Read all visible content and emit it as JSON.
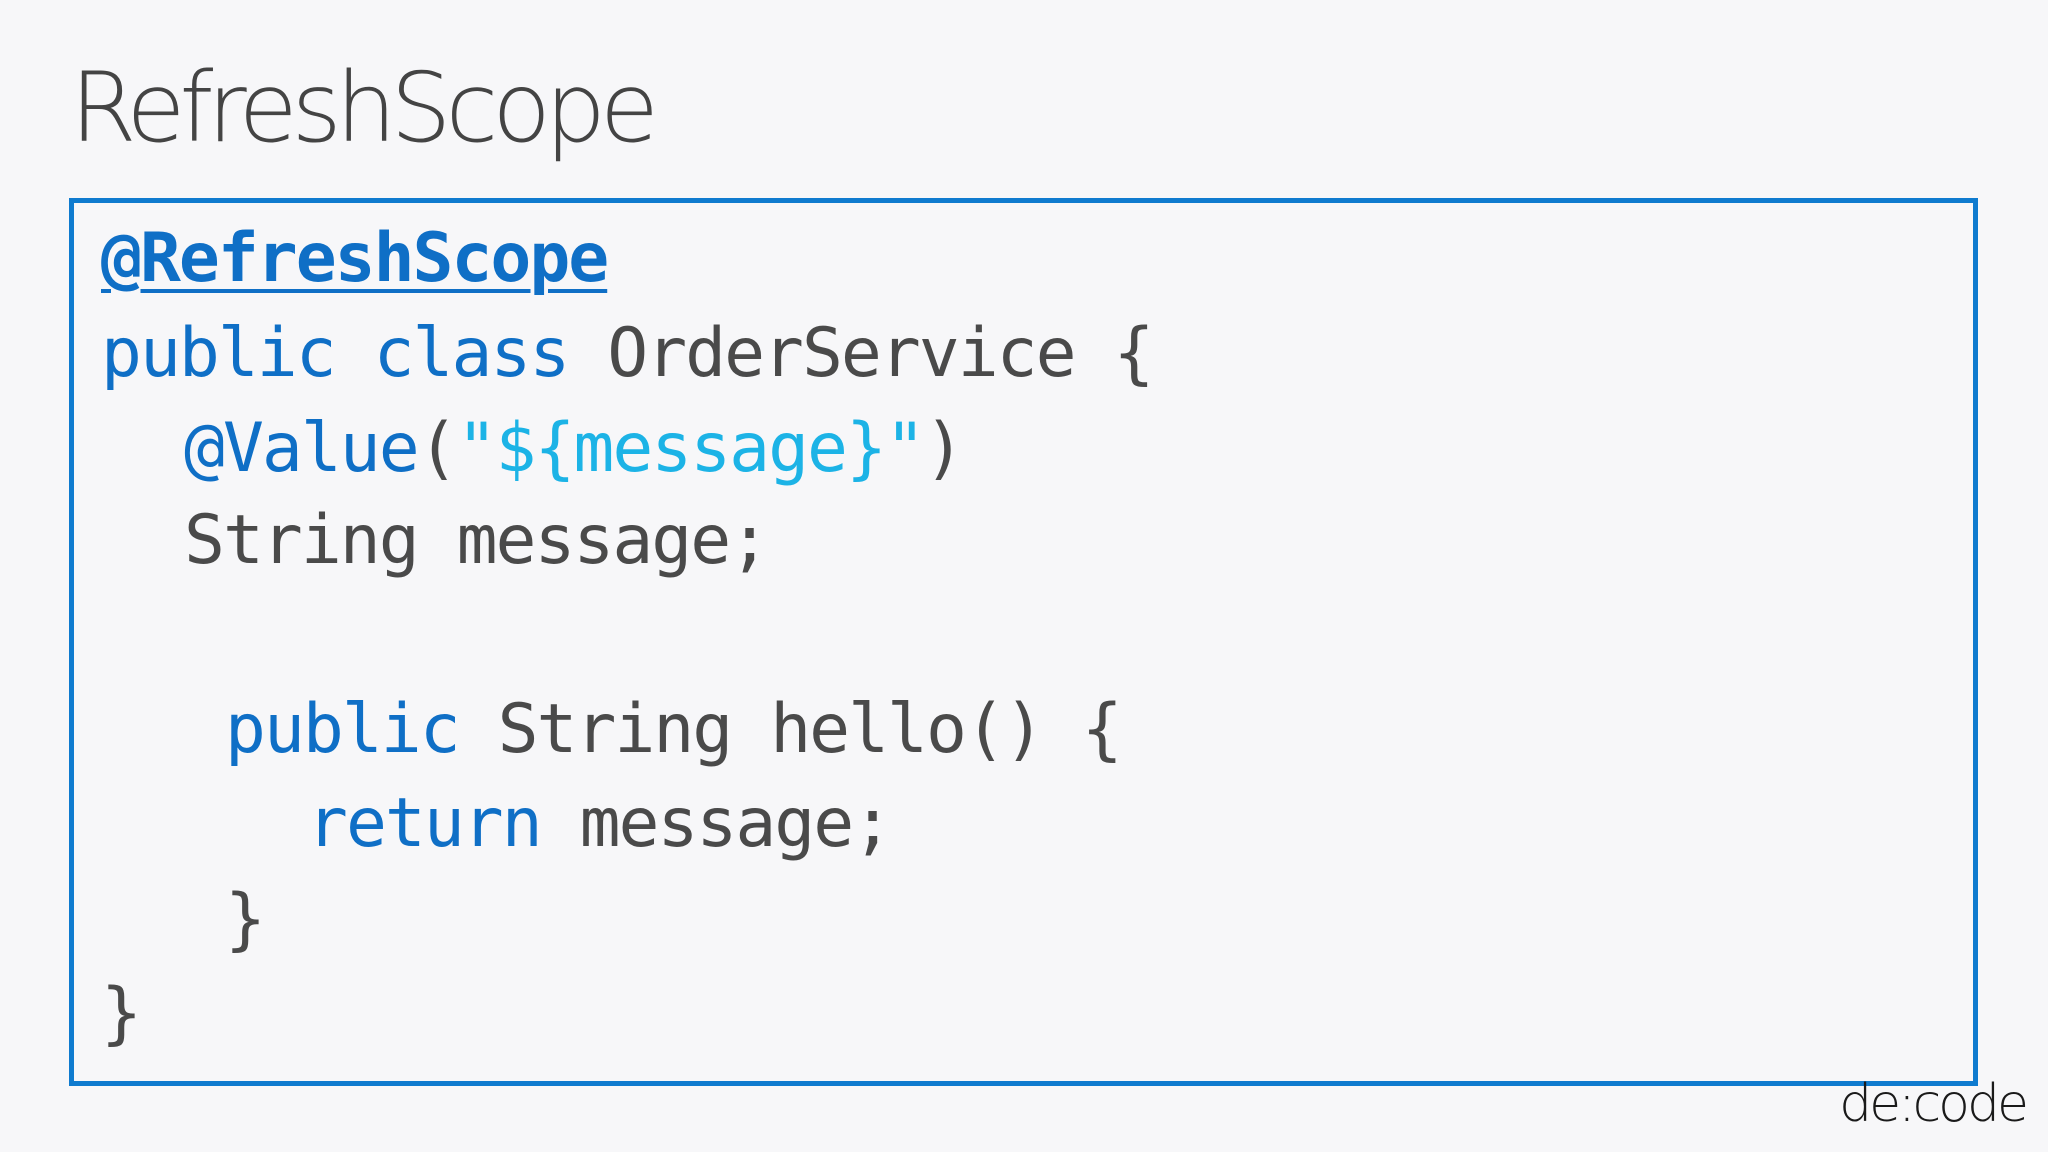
{
  "slide": {
    "title": "RefreshScope",
    "brand": "de:code"
  },
  "code": {
    "line1": {
      "annotation": "@RefreshScope"
    },
    "line2": {
      "kw1": "public",
      "kw2": "class",
      "name": "OrderService",
      "brace": "{"
    },
    "line3": {
      "annotation": "@Value",
      "open": "(",
      "string": "\"${message}\"",
      "close": ")"
    },
    "line4": {
      "type": "String",
      "rest": "message;"
    },
    "line5": {
      "kw": "public",
      "type": "String",
      "rest": "hello() {"
    },
    "line6": {
      "kw": "return",
      "rest": "message;"
    },
    "line7": {
      "text": "}"
    },
    "line8": {
      "text": "}"
    }
  },
  "colors": {
    "border": "#0f7bcf",
    "keyword": "#0f6fc6",
    "string": "#1cb3e6",
    "text": "#4a4a4a",
    "background": "#f7f7f9"
  }
}
